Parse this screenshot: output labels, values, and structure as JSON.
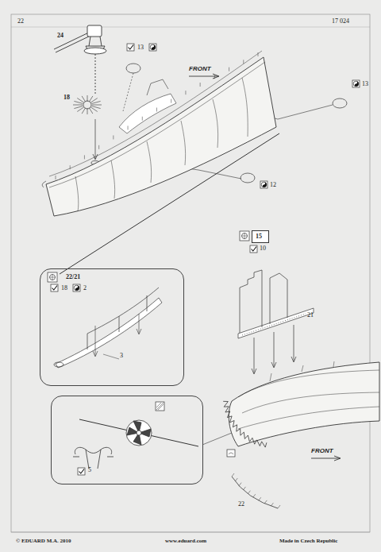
{
  "diagram": {
    "nodes": [
      {
        "text": [
          "15"
        ]
      },
      {
        "text": [
          "22/21",
          "18",
          "2",
          "3"
        ]
      },
      {
        "text": [
          "5"
        ]
      }
    ],
    "labels": [
      "22",
      "17 024",
      "24",
      "13",
      "FRONT",
      "18",
      "13",
      "12",
      "10",
      "21",
      "FRONT",
      "22",
      "© EDUARD M.A. 2010",
      "www.eduard.com",
      "Made in Czech Republic"
    ]
  }
}
